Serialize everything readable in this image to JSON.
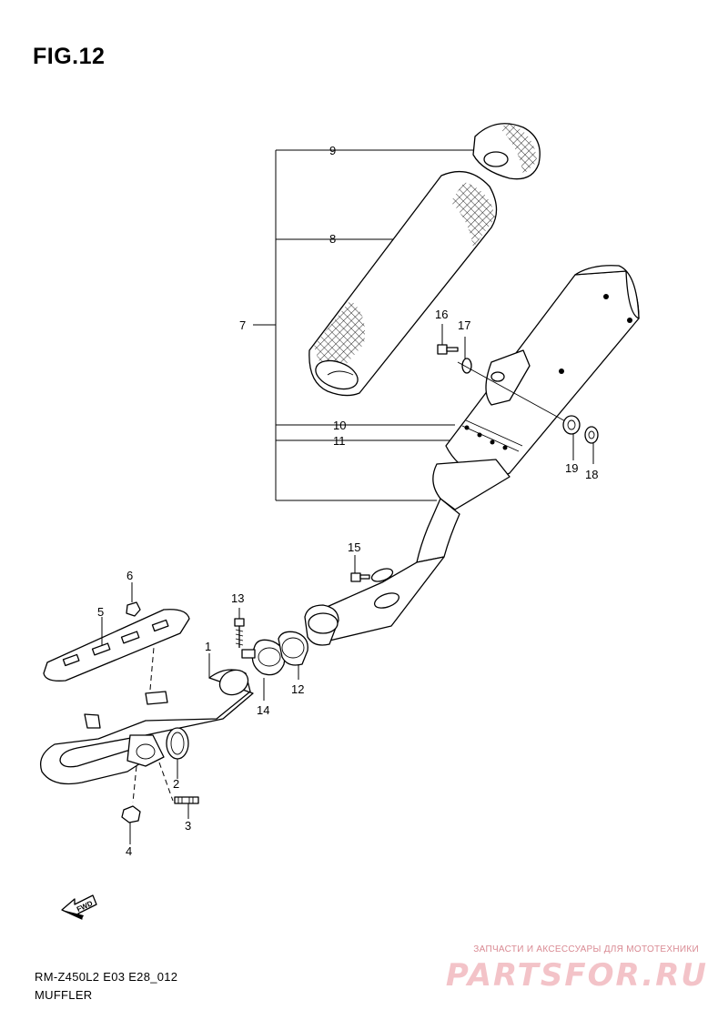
{
  "figure": {
    "title": "FIG.12"
  },
  "callouts": [
    "1",
    "2",
    "3",
    "4",
    "5",
    "6",
    "7",
    "8",
    "9",
    "10",
    "11",
    "12",
    "13",
    "14",
    "15",
    "16",
    "17",
    "18",
    "19"
  ],
  "fwd_label": "FWD",
  "footer": {
    "model_code": "RM-Z450L2 E03 E28_012",
    "group_name": "MUFFLER"
  },
  "watermark": {
    "subtitle": "ЗАПЧАСТИ И АКСЕССУАРЫ ДЛЯ МОТОТЕХНИКИ",
    "brand": "PARTSFOR.RU"
  },
  "colors": {
    "ink": "#000000",
    "watermark": "#f3c3c8",
    "watermark_text": "#d98a93"
  }
}
